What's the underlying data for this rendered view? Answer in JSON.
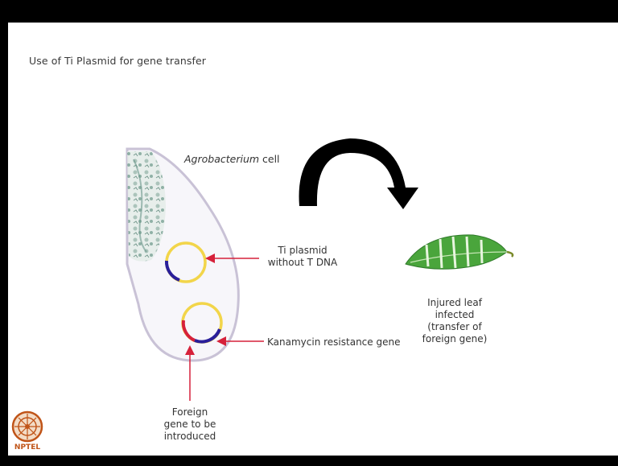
{
  "slide": {
    "title": "Use of Ti Plasmid for gene transfer"
  },
  "labels": {
    "cell_italic": "Agrobacterium",
    "cell_rest": " cell",
    "ti_plasmid_line1": "Ti plasmid",
    "ti_plasmid_line2": "without T DNA",
    "kanamycin": "Kanamycin resistance gene",
    "foreign_line1": "Foreign",
    "foreign_line2": "gene to be",
    "foreign_line3": "introduced",
    "leaf_line1": "Injured leaf",
    "leaf_line2": "infected",
    "leaf_line3": "(transfer of",
    "leaf_line4": "foreign gene)"
  },
  "logo": {
    "text": "NPTEL"
  },
  "colors": {
    "plasmid_yellow": "#f2d54a",
    "plasmid_blue": "#2a1f9a",
    "foreign_red": "#d6213a",
    "pointer_red": "#d6213a",
    "leaf_green": "#4aa53c",
    "cell_outline": "#c9c2d6"
  }
}
